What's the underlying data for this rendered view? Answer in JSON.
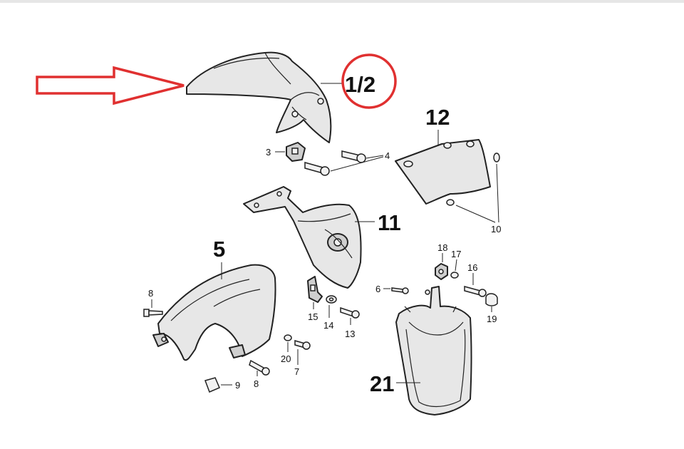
{
  "labels": {
    "p1_2": "1/2",
    "p3": "3",
    "p4": "4",
    "p5": "5",
    "p6": "6",
    "p7": "7",
    "p8a": "8",
    "p8b": "8",
    "p9": "9",
    "p10": "10",
    "p11": "11",
    "p12": "12",
    "p13": "13",
    "p14": "14",
    "p15": "15",
    "p16": "16",
    "p17": "17",
    "p18": "18",
    "p19": "19",
    "p20": "20",
    "p21": "21"
  },
  "colors": {
    "highlight": "#e03030",
    "part_fill": "#e7e7e7",
    "outline": "#222222"
  }
}
